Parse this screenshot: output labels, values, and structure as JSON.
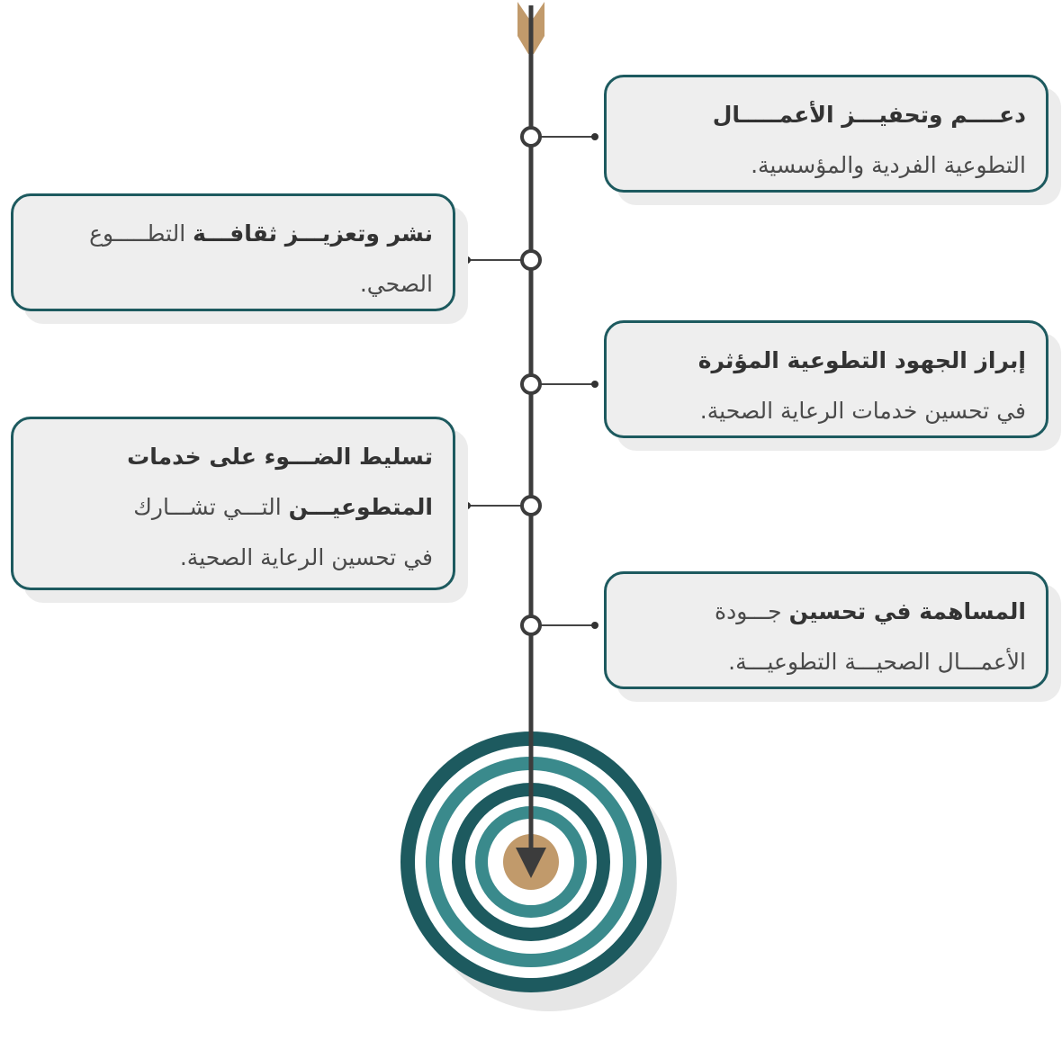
{
  "colors": {
    "accent_dark": "#1d5a5f",
    "accent_mid": "#3a8a8c",
    "bullseye_center": "#c19a6b",
    "spine": "#3c3c3c",
    "card_bg": "#eeeeee"
  },
  "cards": [
    {
      "side": "right",
      "bold": "دعــــم وتحفيـــز الأعمـــــال",
      "lines": [
        "التطوعية الفردية والمؤسسية."
      ]
    },
    {
      "side": "left",
      "bold": "نشر وتعزيـــز ثقافـــة",
      "bold_suffix": " التطـــــوع",
      "lines": [
        "الصحي."
      ]
    },
    {
      "side": "right",
      "bold": "إبراز الجهود التطوعية المؤثرة",
      "lines": [
        "في تحسين خدمات الرعاية الصحية."
      ]
    },
    {
      "side": "left",
      "bold": "تسليط الضـــوء على خدمات",
      "bold_2": "المتطوعيـــن",
      "line_2_suffix": " التـــي تشـــارك",
      "lines": [
        "في  تحسين الرعاية الصحية."
      ]
    },
    {
      "side": "right",
      "bold": "المساهمة في تحسين",
      "bold_suffix": " جـــودة",
      "lines": [
        "الأعمـــال الصحيـــة التطوعيـــة."
      ]
    }
  ]
}
